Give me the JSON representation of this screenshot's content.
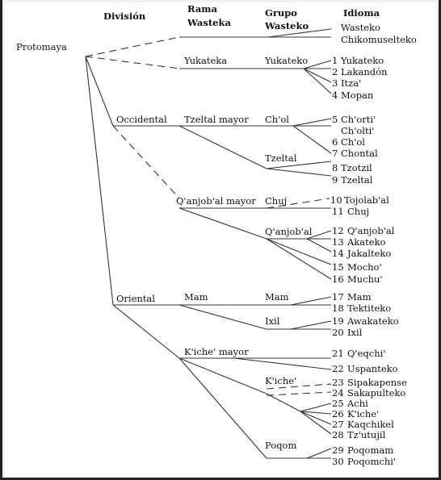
{
  "headers": {
    "division": "División",
    "rama_1": "Rama",
    "rama_2": "Wasteka",
    "grupo_1": "Grupo",
    "grupo_2": "Wasteko",
    "idioma": "Idioma"
  },
  "root": "Protomaya",
  "division": {
    "occidental": "Occidental",
    "oriental": "Oriental"
  },
  "rama": {
    "yukateka": "Yukateka",
    "tzeltal_mayor": "Tzeltal mayor",
    "qanjobal_mayor": "Q'anjob'al mayor",
    "mam": "Mam",
    "kiche_mayor": "K'iche' mayor"
  },
  "grupo": {
    "yukateko": "Yukateko",
    "chol": "Ch'ol",
    "tzeltal": "Tzeltal",
    "chuj": "Chuj",
    "qanjobal": "Q'anjob'al",
    "mam": "Mam",
    "ixil": "Ixil",
    "kiche": "K'iche'",
    "poqom": "Poqom"
  },
  "idiomas": {
    "wasteko": "Wasteko",
    "chikomuselteko": "Chikomuselteko",
    "l1": {
      "n": "1",
      "name": "Yukateko"
    },
    "l2": {
      "n": "2",
      "name": "Lakandón"
    },
    "l3": {
      "n": "3",
      "name": "Itza'"
    },
    "l4": {
      "n": "4",
      "name": "Mopan"
    },
    "l5": {
      "n": "5",
      "name": "Ch'orti'"
    },
    "l5b": "Ch'olti'",
    "l6": {
      "n": "6",
      "name": "Ch'ol"
    },
    "l7": {
      "n": "7",
      "name": "Chontal"
    },
    "l8": {
      "n": "8",
      "name": "Tzotzil"
    },
    "l9": {
      "n": "9",
      "name": "Tzeltal"
    },
    "l10": {
      "n": "10",
      "name": "Tojolab'al"
    },
    "l11": {
      "n": "11",
      "name": "Chuj"
    },
    "l12": {
      "n": "12",
      "name": "Q'anjob'al"
    },
    "l13": {
      "n": "13",
      "name": "Akateko"
    },
    "l14": {
      "n": "14",
      "name": "Jakalteko"
    },
    "l15": {
      "n": "15",
      "name": "Mocho'"
    },
    "l16": {
      "n": "16",
      "name": "Muchu'"
    },
    "l17": {
      "n": "17",
      "name": "Mam"
    },
    "l18": {
      "n": "18",
      "name": "Tektiteko"
    },
    "l19": {
      "n": "19",
      "name": "Awakateko"
    },
    "l20": {
      "n": "20",
      "name": "Ixil"
    },
    "l21": {
      "n": "21",
      "name": "Q'eqchi'"
    },
    "l22": {
      "n": "22",
      "name": "Uspanteko"
    },
    "l23": {
      "n": "23",
      "name": "Sipakapense"
    },
    "l24": {
      "n": "24",
      "name": "Sakapulteko"
    },
    "l25": {
      "n": "25",
      "name": "Achi"
    },
    "l26": {
      "n": "26",
      "name": "K'iche'"
    },
    "l27": {
      "n": "27",
      "name": "Kaqchikel"
    },
    "l28": {
      "n": "28",
      "name": "Tz'utujil"
    },
    "l29": {
      "n": "29",
      "name": "Poqomam"
    },
    "l30": {
      "n": "30",
      "name": "Poqomchi'"
    }
  }
}
